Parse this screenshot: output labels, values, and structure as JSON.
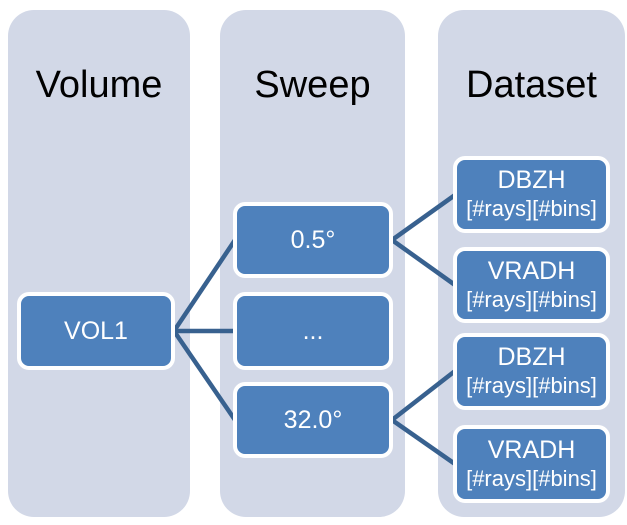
{
  "colors": {
    "page-bg": "#ffffff",
    "panel": "#d2d8e7",
    "node": "#4e81bc",
    "node-border": "#ffffff",
    "node-text": "#ffffff",
    "connector": "#38618f",
    "title-text": "#000000"
  },
  "diagram": {
    "columns": [
      {
        "title": "Volume",
        "nodes": [
          {
            "label": "VOL1"
          }
        ]
      },
      {
        "title": "Sweep",
        "nodes": [
          {
            "label": "0.5°"
          },
          {
            "label": "..."
          },
          {
            "label": "32.0°"
          }
        ]
      },
      {
        "title": "Dataset",
        "nodes": [
          {
            "label": "DBZH",
            "sublabel": "[#rays][#bins]"
          },
          {
            "label": "VRADH",
            "sublabel": "[#rays][#bins]"
          },
          {
            "label": "DBZH",
            "sublabel": "[#rays][#bins]"
          },
          {
            "label": "VRADH",
            "sublabel": "[#rays][#bins]"
          }
        ]
      }
    ]
  }
}
